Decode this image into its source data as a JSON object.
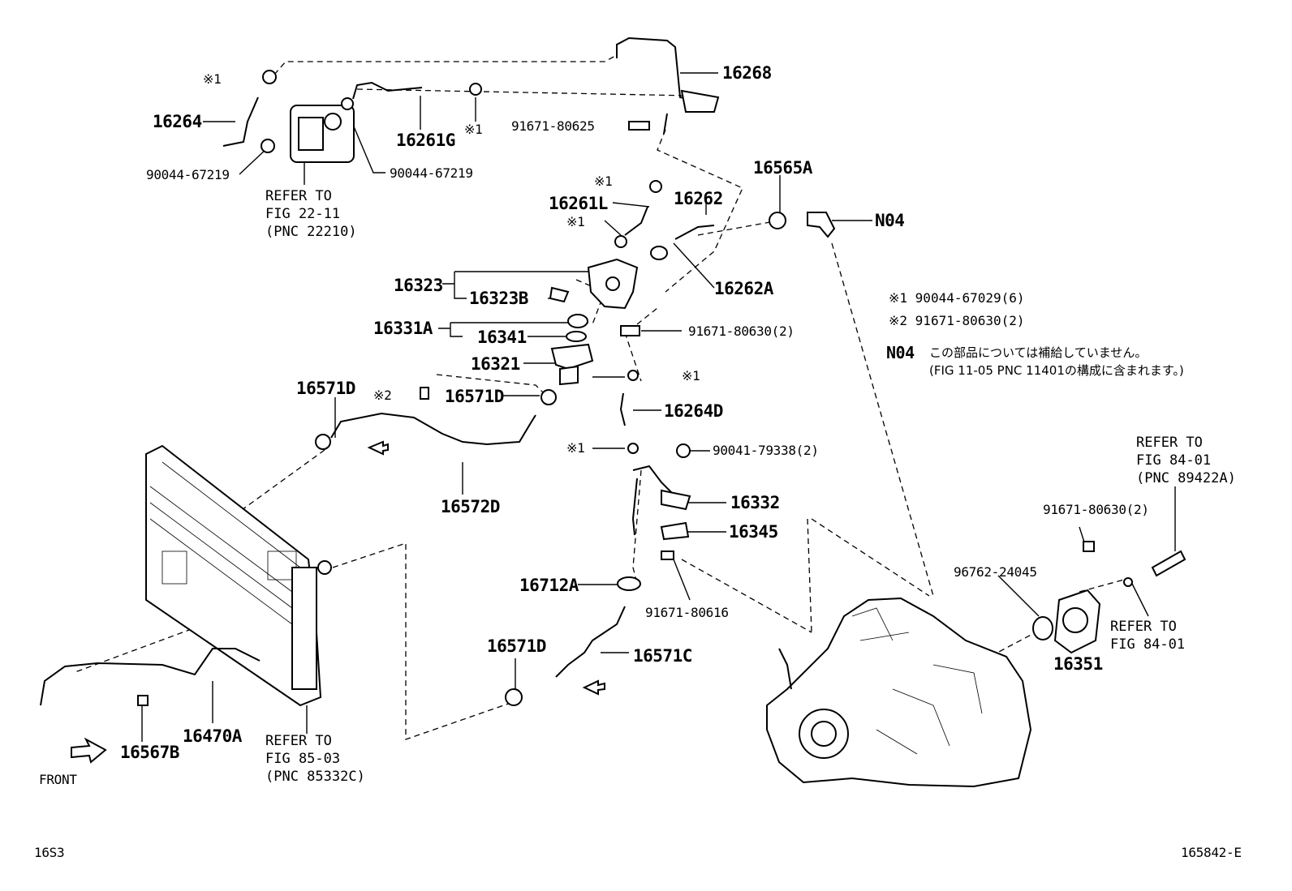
{
  "callouts": {
    "p16268": "16268",
    "p16264": "16264",
    "p16261G": "16261G",
    "p16565A": "16565A",
    "p16261L": "16261L",
    "p16262": "16262",
    "pN04": "N04",
    "p16323": "16323",
    "p16323B": "16323B",
    "p16262A": "16262A",
    "p16331A": "16331A",
    "p16341": "16341",
    "p16321": "16321",
    "p16571D_a": "16571D",
    "p16571D_b": "16571D",
    "p16264D": "16264D",
    "p16572D": "16572D",
    "p16332": "16332",
    "p16345": "16345",
    "p16712A": "16712A",
    "p16571D_c": "16571D",
    "p16571C": "16571C",
    "p16351": "16351",
    "p16470A": "16470A",
    "p16567B": "16567B"
  },
  "small_parts": {
    "s91671_80625": "91671-80625",
    "s90044_67219_a": "90044-67219",
    "s90044_67219_b": "90044-67219",
    "s91671_80630_2a": "91671-80630(2)",
    "s90041_79338": "90041-79338(2)",
    "s91671_80616": "91671-80616",
    "s91671_80630_2b": "91671-80630(2)",
    "s96762_24045": "96762-24045"
  },
  "markers": {
    "m1_a": "※1",
    "m1_b": "※1",
    "m1_c": "※1",
    "m1_d": "※1",
    "m1_e": "※1",
    "m1_f": "※1",
    "m2_a": "※2"
  },
  "references": {
    "ref_22_11": [
      "REFER TO",
      "FIG 22-11",
      "(PNC 22210)"
    ],
    "ref_84_01_a": [
      "REFER TO",
      "FIG 84-01",
      "(PNC 89422A)"
    ],
    "ref_84_01_b": [
      "REFER TO",
      "FIG 84-01"
    ],
    "ref_85_03": [
      "REFER TO",
      "FIG 85-03",
      "(PNC 85332C)"
    ]
  },
  "legend": {
    "line1": "※1 90044-67029(6)",
    "line2": "※2 91671-80630(2)",
    "n04_code": "N04",
    "n04_note1": "この部品については補給していません。",
    "n04_note2": "(FIG 11-05 PNC 11401の構成に含まれます。)"
  },
  "footer": {
    "front_label": "FRONT",
    "code_left": "16S3",
    "code_right": "165842-E"
  }
}
